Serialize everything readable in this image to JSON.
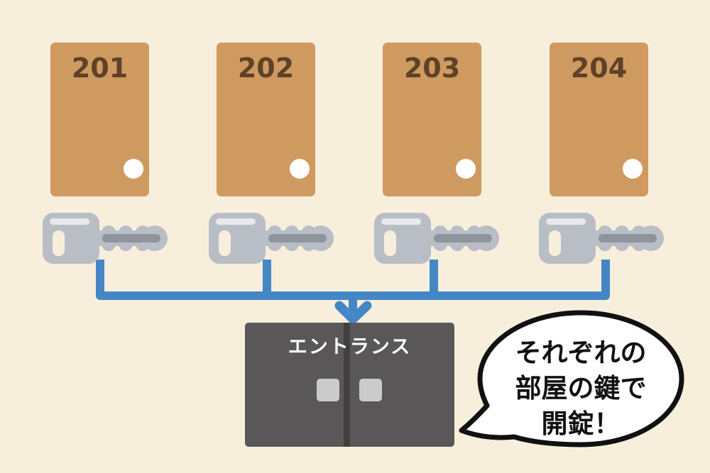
{
  "scene": {
    "background_color": "#F7EFDC",
    "icons": [
      "room-door-icon",
      "key-icon",
      "down-arrow-icon",
      "entrance-double-door-icon",
      "speech-bubble-icon"
    ]
  },
  "doors": {
    "color": "#CF9A60",
    "number_color": "#5E4227",
    "knob_color": "#FFFFFF",
    "items": [
      {
        "number": "201"
      },
      {
        "number": "202"
      },
      {
        "number": "203"
      },
      {
        "number": "204"
      }
    ]
  },
  "keys": {
    "count": 4,
    "body_color": "#B9BDC5",
    "stripe_color": "#8F939B",
    "highlight_color": "#E7E9ED"
  },
  "connector": {
    "color": "#4586C5",
    "meaning": "all four room keys lead to the entrance"
  },
  "entrance": {
    "label": "エントランス",
    "door_color": "#595757",
    "divider_color": "#413E3E",
    "handle_color": "#CBCBCB",
    "label_color": "#FFFFFF"
  },
  "speech_bubble": {
    "fill": "#FFFFFF",
    "border_color": "#111111",
    "text_color": "#111111",
    "lines": [
      "それぞれの",
      "部屋の鍵で",
      "開錠！"
    ]
  }
}
